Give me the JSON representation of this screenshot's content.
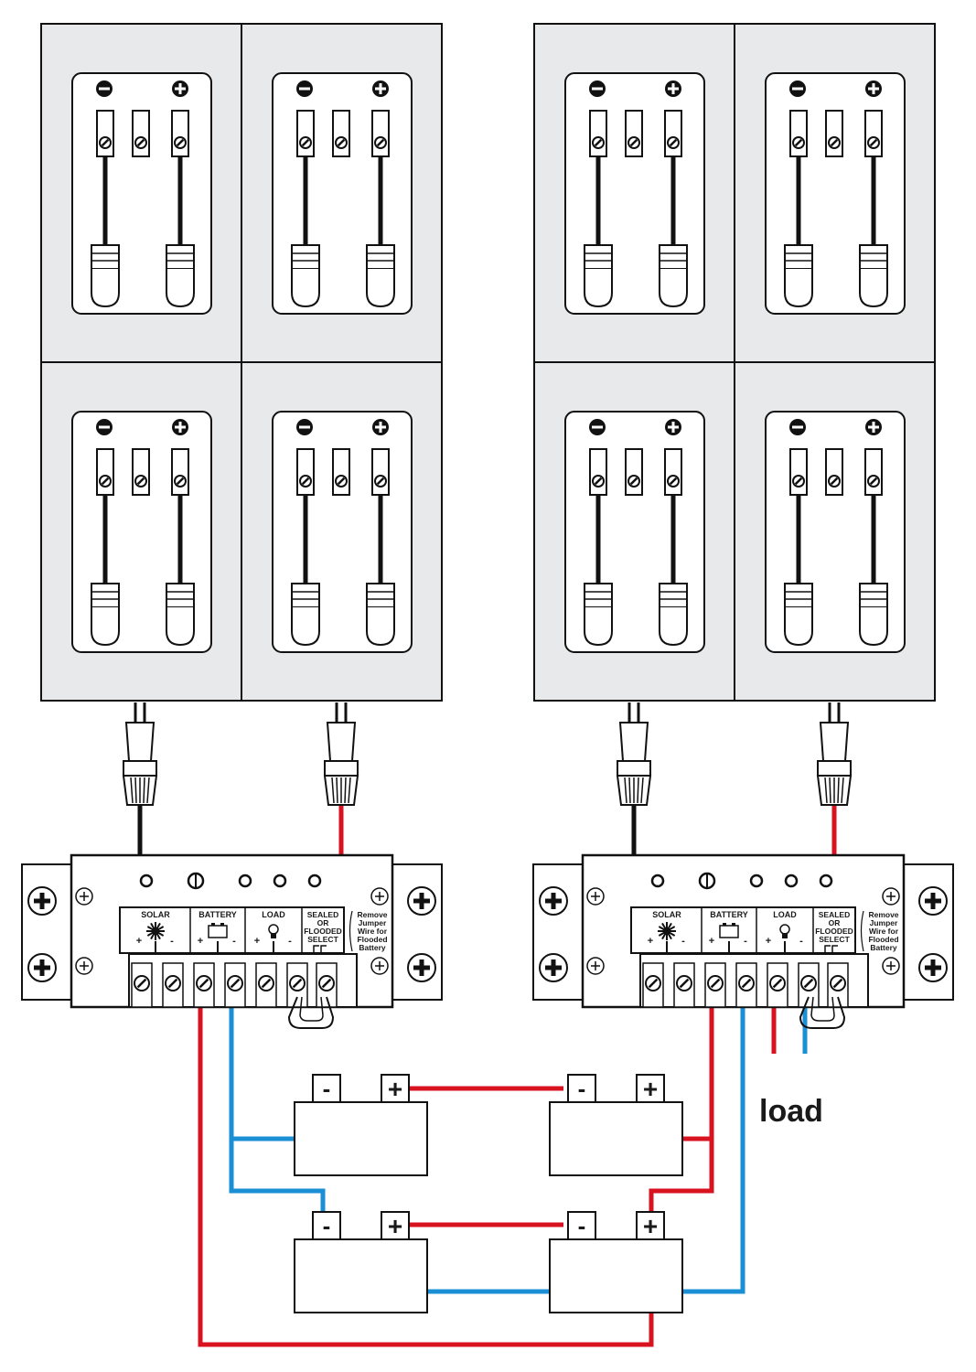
{
  "labels": {
    "solar": "SOLAR",
    "battery": "BATTERY",
    "load": "LOAD",
    "sealed": [
      "SEALED",
      "OR",
      "FLOODED",
      "SELECT"
    ],
    "note": [
      "Remove",
      "Jumper",
      "Wire for",
      "Flooded",
      "Battery"
    ],
    "plus": "+",
    "minus": "-",
    "battery_plus": "+",
    "battery_minus": "-",
    "load_output": "load"
  },
  "colors": {
    "panel_fill": "#e8e9ea",
    "positive_wire": "#d8121f",
    "negative_wire": "#1a8fd6",
    "black_wire": "#111111",
    "outline": "#111111"
  },
  "panels": [
    {
      "id": "array-1-panel-1"
    },
    {
      "id": "array-1-panel-2"
    },
    {
      "id": "array-1-panel-3"
    },
    {
      "id": "array-1-panel-4"
    },
    {
      "id": "array-2-panel-1"
    },
    {
      "id": "array-2-panel-2"
    },
    {
      "id": "array-2-panel-3"
    },
    {
      "id": "array-2-panel-4"
    }
  ],
  "controllers": [
    {
      "id": "charge-controller-1"
    },
    {
      "id": "charge-controller-2"
    }
  ],
  "batteries": [
    {
      "id": "battery-top-left"
    },
    {
      "id": "battery-top-right"
    },
    {
      "id": "battery-bottom-left"
    },
    {
      "id": "battery-bottom-right"
    }
  ]
}
